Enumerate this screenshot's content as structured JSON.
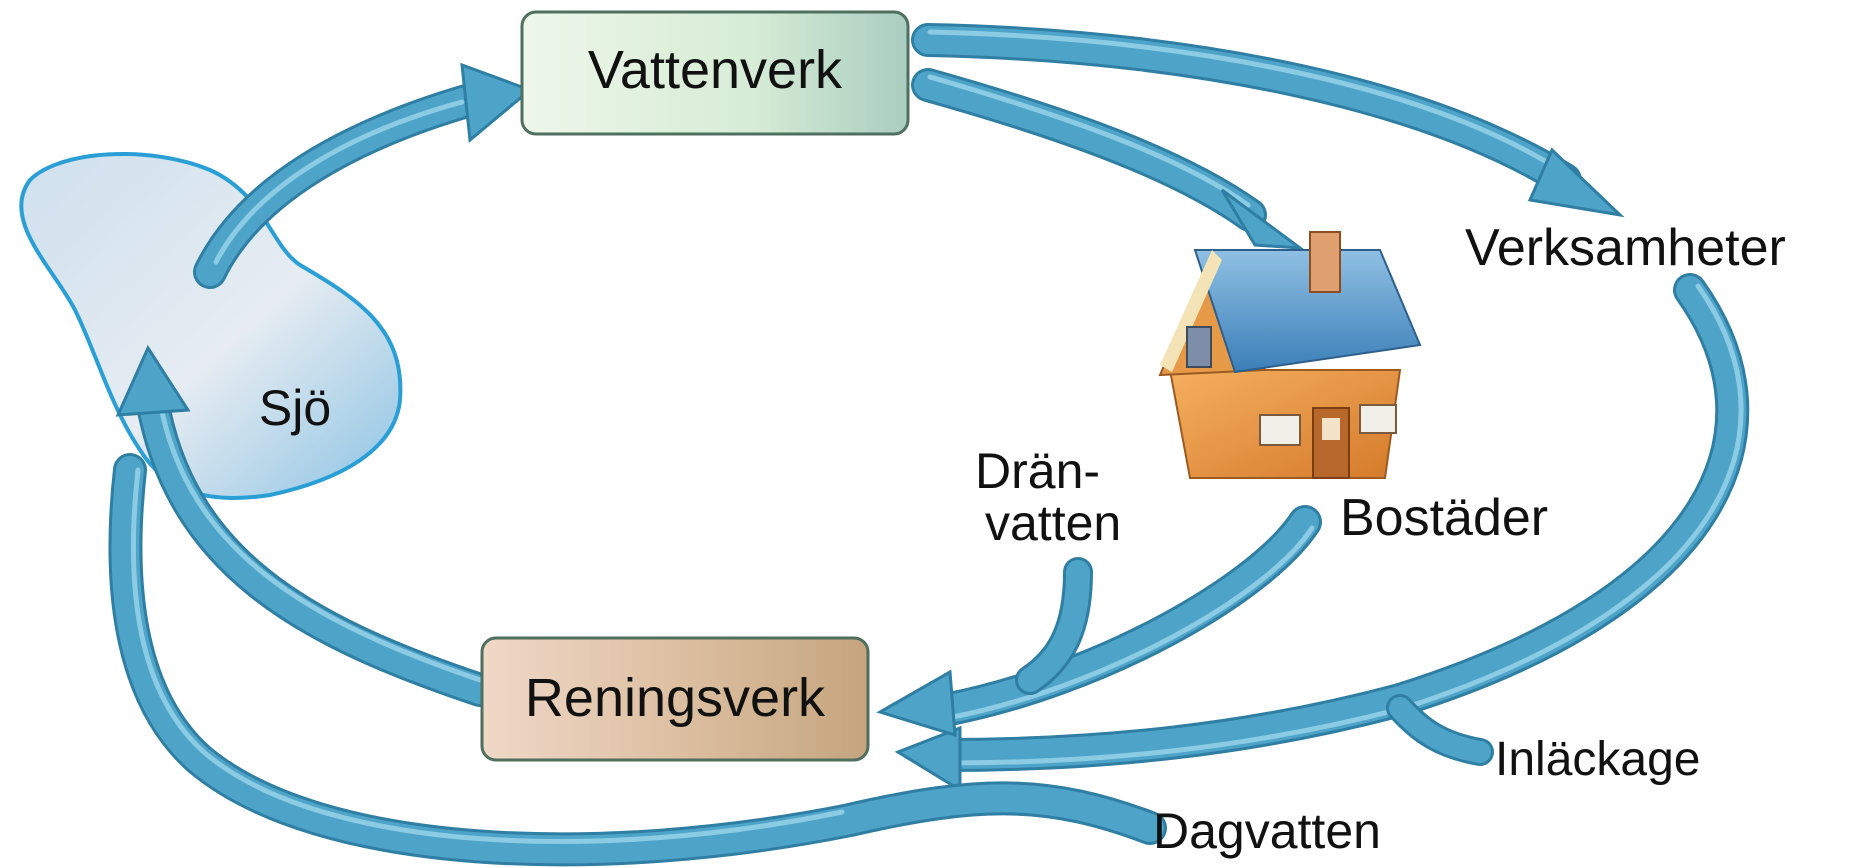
{
  "nodes": {
    "vattenverk": "Vattenverk",
    "reningsverk": "Reningsverk",
    "sjo": "Sjö",
    "verksamheter": "Verksamheter",
    "bostader": "Bostäder",
    "dranvatten_line1": "Drän-",
    "dranvatten_line2": "vatten",
    "inlackage": "Inläckage",
    "dagvatten": "Dagvatten"
  },
  "colors": {
    "arrow": "#4ea3c8",
    "arrow_edge": "#2f7ea3",
    "arrow_highlight": "#8ccbe4",
    "lake_fill": "#d7e6f1",
    "lake_edge": "#2a9fd6",
    "vattenverk_fill": "#dff0dc",
    "reningsverk_fill": "#dcc0a0",
    "box_border": "#4f6f5f",
    "house_roof": "#4d8fc4",
    "house_wall": "#e3913c",
    "house_door": "#b8682a"
  }
}
